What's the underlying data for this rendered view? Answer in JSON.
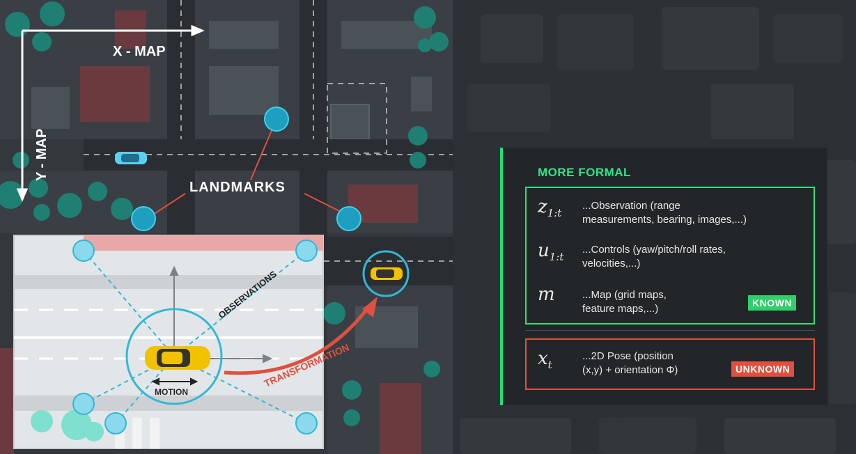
{
  "map": {
    "x_axis_label": "X - MAP",
    "y_axis_label": "Y - MAP",
    "landmarks_label": "LANDMARKS",
    "observations_label": "OBSERVATIONS",
    "motion_label": "MOTION",
    "transformation_label": "TRANSFORMATION"
  },
  "panel": {
    "title": "MORE FORMAL",
    "items": [
      {
        "symbol": "z",
        "subscript": "1:t",
        "description_line1": "...Observation (range",
        "description_line2": "measurements, bearing, images,...)"
      },
      {
        "symbol": "u",
        "subscript": "1:t",
        "description_line1": "...Controls (yaw/pitch/roll rates,",
        "description_line2": "velocities,...)"
      },
      {
        "symbol": "m",
        "subscript": "",
        "description_line1": "...Map (grid maps,",
        "description_line2": "feature maps,...)",
        "badge": "KNOWN"
      },
      {
        "symbol": "x",
        "subscript": "t",
        "description_line1": "...2D Pose (position",
        "description_line2": "(x,y) + orientation Φ)",
        "badge": "UNKNOWN"
      }
    ]
  },
  "colors": {
    "known": "#2fe07c",
    "unknown": "#e0503f",
    "landmark": "#2bb6d6",
    "car": "#f2c200",
    "transformation": "#e0503f"
  }
}
